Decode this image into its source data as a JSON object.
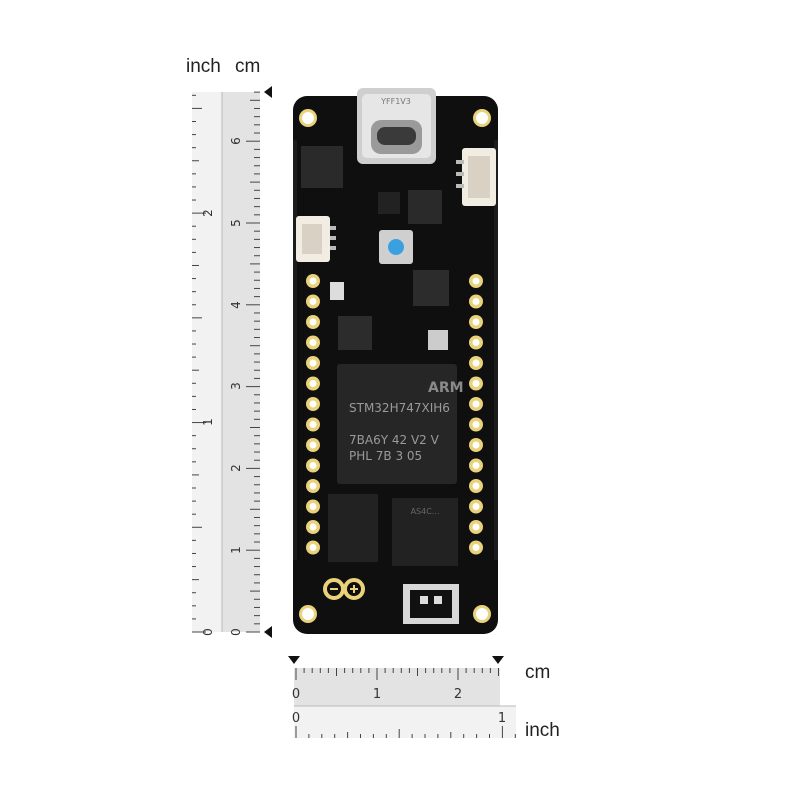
{
  "ruler_vertical": {
    "unit_inch": "inch",
    "unit_cm": "cm",
    "cm_ticks": [
      "0",
      "1",
      "2",
      "3",
      "4",
      "5",
      "6"
    ],
    "inch_ticks": [
      "0",
      "1",
      "2"
    ]
  },
  "ruler_horizontal": {
    "unit_cm": "cm",
    "unit_inch": "inch",
    "cm_ticks": [
      "0",
      "1",
      "2"
    ],
    "inch_ticks": [
      "0",
      "1"
    ]
  },
  "board": {
    "chip_brand": "ARM",
    "chip_model": "STM32H747XIH6",
    "chip_line3": "7BA6Y 42 V2 V",
    "chip_line4": "PHL 7B 3 05",
    "usb_marking": "YFF1V3",
    "ram_marking": "AS4C...",
    "pin_count_per_side": 14
  },
  "colors": {
    "pcb": "#101010",
    "gold": "#e9d27a",
    "ruler": "#e8e8e8",
    "button_blue": "#3aa0e0"
  }
}
